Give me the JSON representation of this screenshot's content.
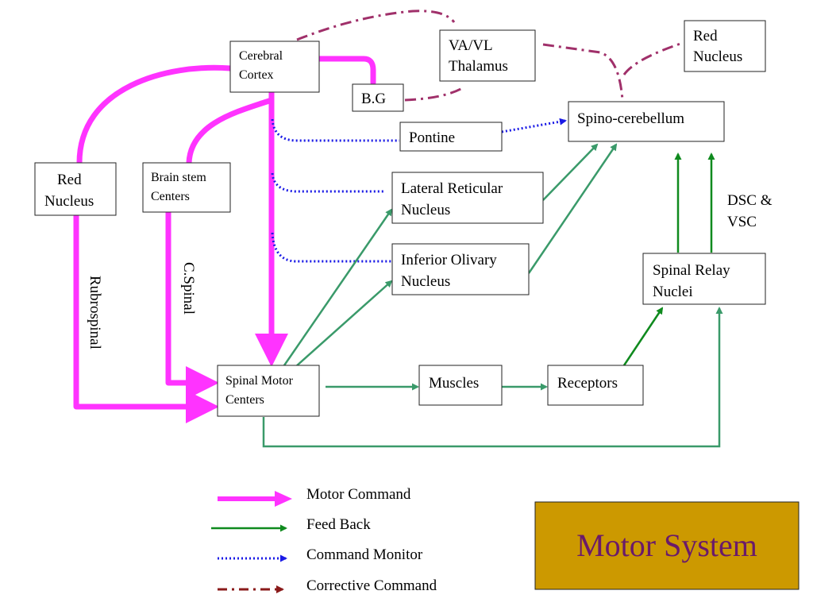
{
  "nodes": {
    "cerebral_cortex": [
      "Cerebral",
      "Cortex"
    ],
    "bg": "B.G",
    "va_vl_thalamus": [
      "VA/VL",
      "Thalamus"
    ],
    "red_nucleus_top": [
      "Red",
      "Nucleus"
    ],
    "spino_cerebellum": "Spino-cerebellum",
    "pontine": "Pontine",
    "red_nucleus_left": [
      "Red",
      "Nucleus"
    ],
    "brain_stem_centers": [
      "Brain stem",
      "Centers"
    ],
    "lateral_reticular_nucleus": [
      "Lateral Reticular",
      "Nucleus"
    ],
    "inferior_olivary_nucleus": [
      "Inferior Olivary",
      "Nucleus"
    ],
    "spinal_relay_nuclei": [
      "Spinal Relay",
      "Nuclei"
    ],
    "spinal_motor_centers": [
      "Spinal Motor",
      "Centers"
    ],
    "muscles": "Muscles",
    "receptors": "Receptors"
  },
  "labels": {
    "rubrospinal": "Rubrospinal",
    "c_spinal": "C.Spinal",
    "dsc_vsc": [
      "DSC &",
      "VSC"
    ]
  },
  "legend": {
    "motor_command": "Motor Command",
    "feed_back": "Feed Back",
    "command_monitor": "Command Monitor",
    "corrective_command": "Corrective Command"
  },
  "title": "Motor System",
  "colors": {
    "motor_command": "#ff33ff",
    "feed_back": "#0f8a1e",
    "command_monitor": "#1a1ae6",
    "corrective_command": "#a0306a",
    "title_background": "#cc9900",
    "title_text": "#6a1a6a"
  }
}
